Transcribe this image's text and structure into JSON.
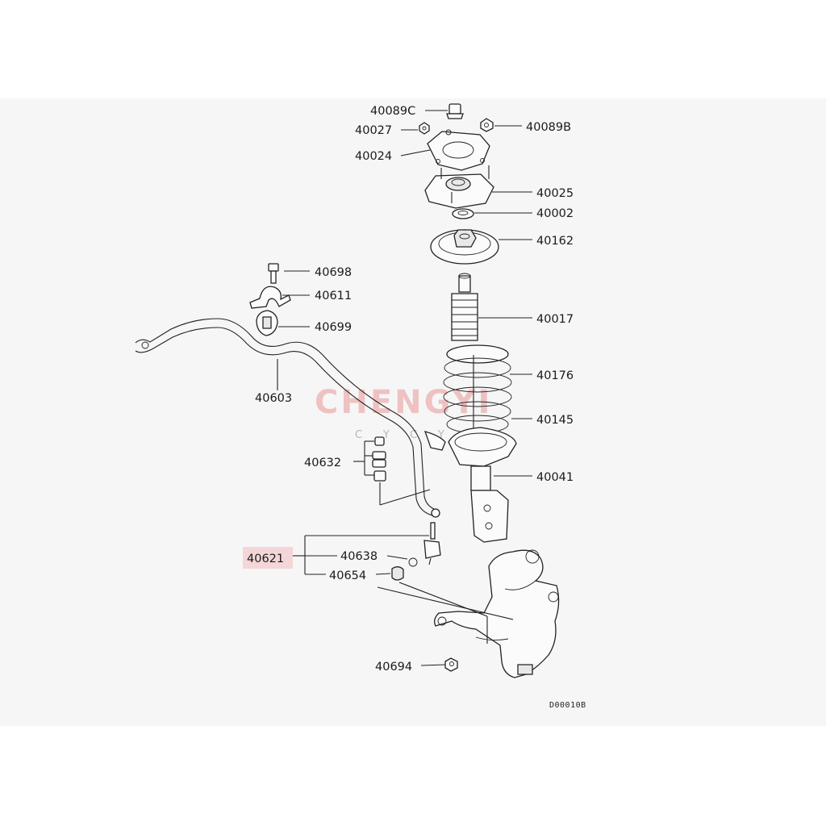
{
  "parts": {
    "p40089C": "40089C",
    "p40027": "40027",
    "p40089B": "40089B",
    "p40024": "40024",
    "p40025": "40025",
    "p40002": "40002",
    "p40162": "40162",
    "p40698": "40698",
    "p40611": "40611",
    "p40699": "40699",
    "p40017": "40017",
    "p40176": "40176",
    "p40603": "40603",
    "p40145": "40145",
    "p40632": "40632",
    "p40041": "40041",
    "p40621": "40621",
    "p40638": "40638",
    "p40654": "40654",
    "p40694": "40694"
  },
  "highlighted_part": "40621",
  "diagram_code": "D00010B",
  "watermark": {
    "brand": "CHENGYI",
    "sub": "CYCY"
  },
  "colors": {
    "highlight": "#f4d6d8",
    "watermark": "#e89898",
    "panel_background": "#f6f6f6"
  }
}
